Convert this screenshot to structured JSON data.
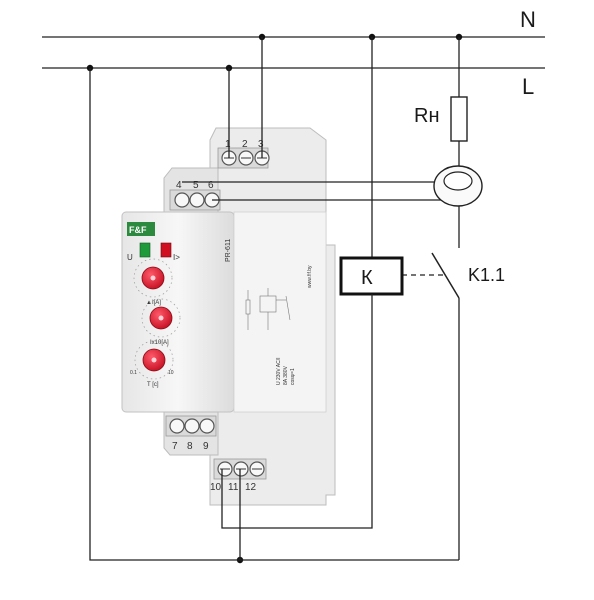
{
  "lines": {
    "neutral": "N",
    "line": "L"
  },
  "load_label": "Rн",
  "coil_label": "К",
  "contact_label": "K1.1",
  "device": {
    "brand": "F&F",
    "model": "PR-611",
    "website": "www.fif.by",
    "rating_lines": [
      "U 230V AC/I",
      "8A 380V",
      "cosφ=1"
    ],
    "led_left": "U",
    "led_right": "I>",
    "knob1_label": "▲I[A]",
    "knob2_label": "Ix10[A]",
    "knob3_label": "T [c]",
    "knob_scale_min": "0.1",
    "knob_scale_max": "10",
    "terminals_top_back": [
      "1",
      "2",
      "3"
    ],
    "terminals_top_front": [
      "4",
      "5",
      "6"
    ],
    "terminals_bottom_front": [
      "7",
      "8",
      "9"
    ],
    "terminals_bottom_back": [
      "10",
      "11",
      "12"
    ]
  },
  "colors": {
    "knob": "#e0152b",
    "led_green": "#1f9a3a",
    "led_red": "#d01020",
    "housing": "#f2f2f2",
    "brand_green": "#2b8a3e"
  }
}
